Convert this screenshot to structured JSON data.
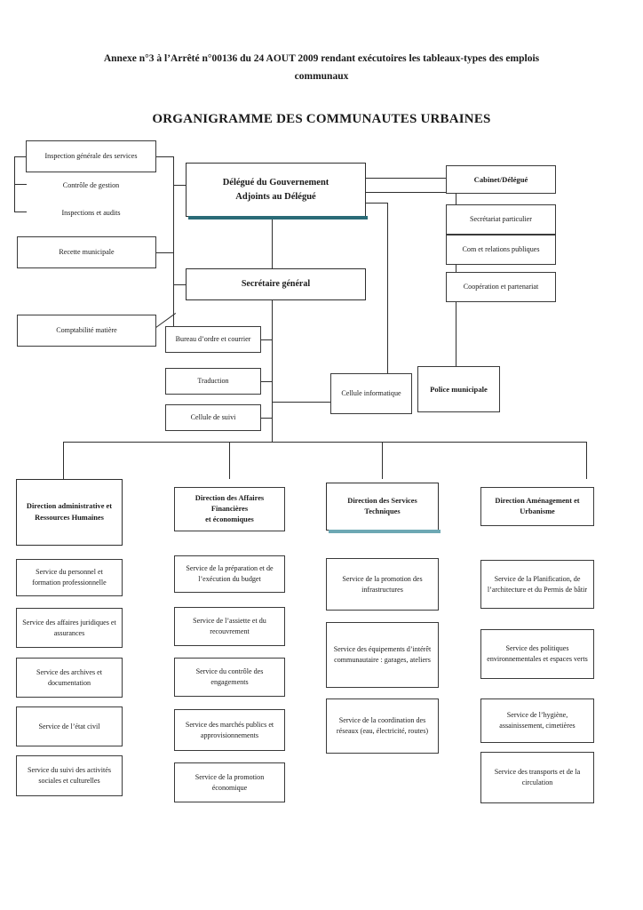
{
  "document": {
    "subtitle": "Annexe n°3 à l’Arrêté n°00136 du 24 AOUT 2009 rendant exécutoires les tableaux-types des emplois communaux",
    "title": "ORGANIGRAMME DES COMMUNAUTES URBAINES"
  },
  "colors": {
    "shadow_dark_teal": "#2a6b77",
    "shadow_light_teal": "#6da8b4",
    "line": "#2e2e2e",
    "box_border": "#3a3a3a",
    "background": "#ffffff"
  },
  "head": {
    "executive": "Délégué du Gouvernement\nAdjoints au Délégué",
    "executive_line1": "Délégué du Gouvernement",
    "executive_line2": "Adjoints au Délégué",
    "secretary_general": "Secrétaire général"
  },
  "left_column": [
    {
      "label": "Inspection générale des services",
      "boxed": true
    },
    {
      "label": "Contrôle de gestion",
      "boxed": false
    },
    {
      "label": "Inspections et audits",
      "boxed": false
    },
    {
      "label": "Recette municipale",
      "boxed": true
    },
    {
      "label": "Comptabilité matière",
      "boxed": true
    }
  ],
  "right_column": {
    "header": "Cabinet/Délégué",
    "items": [
      "Secrétariat particulier",
      "Com et relations publiques",
      "Coopération et partenariat"
    ]
  },
  "sg_units": [
    "Bureau d’ordre et courrier",
    "Traduction",
    "Cellule de suivi"
  ],
  "staff_units": [
    "Cellule informatique",
    "Police municipale"
  ],
  "directions": [
    {
      "title": "Direction administrative et Ressources Humaines",
      "title_line1": "Direction administrative et",
      "title_line2": "Ressources Humaines",
      "services": [
        "Service du personnel et formation professionnelle",
        "Service des affaires juridiques et assurances",
        "Service des archives et documentation",
        "Service de l’état civil",
        "Service du suivi des activités sociales et culturelles"
      ]
    },
    {
      "title": "Direction des Affaires Financières et économiques",
      "title_line1": "Direction des Affaires Financières",
      "title_line2": "et économiques",
      "services": [
        "Service de la préparation et de l’exécution du budget",
        "Service de l’assiette et du recouvrement",
        "Service du contrôle des engagements",
        "Service des marchés publics et approvisionnements",
        "Service de la promotion économique"
      ]
    },
    {
      "title": "Direction des Services Techniques",
      "title_line1": "Direction des Services",
      "title_line2": "Techniques",
      "services": [
        "Service de la promotion des infrastructures",
        "Service des équipements d’intérêt communautaire : garages, ateliers",
        "Service de la coordination des réseaux (eau, électricité, routes)"
      ]
    },
    {
      "title": "Direction Aménagement et Urbanisme",
      "title_line1": "Direction Aménagement et",
      "title_line2": "Urbanisme",
      "services": [
        "Service de la Planification, de l’architecture et du Permis de bâtir",
        "Service des politiques environnementales et espaces verts",
        "Service de l’hygiène, assainissement, cimetières",
        "Service des transports et de la circulation"
      ]
    }
  ]
}
